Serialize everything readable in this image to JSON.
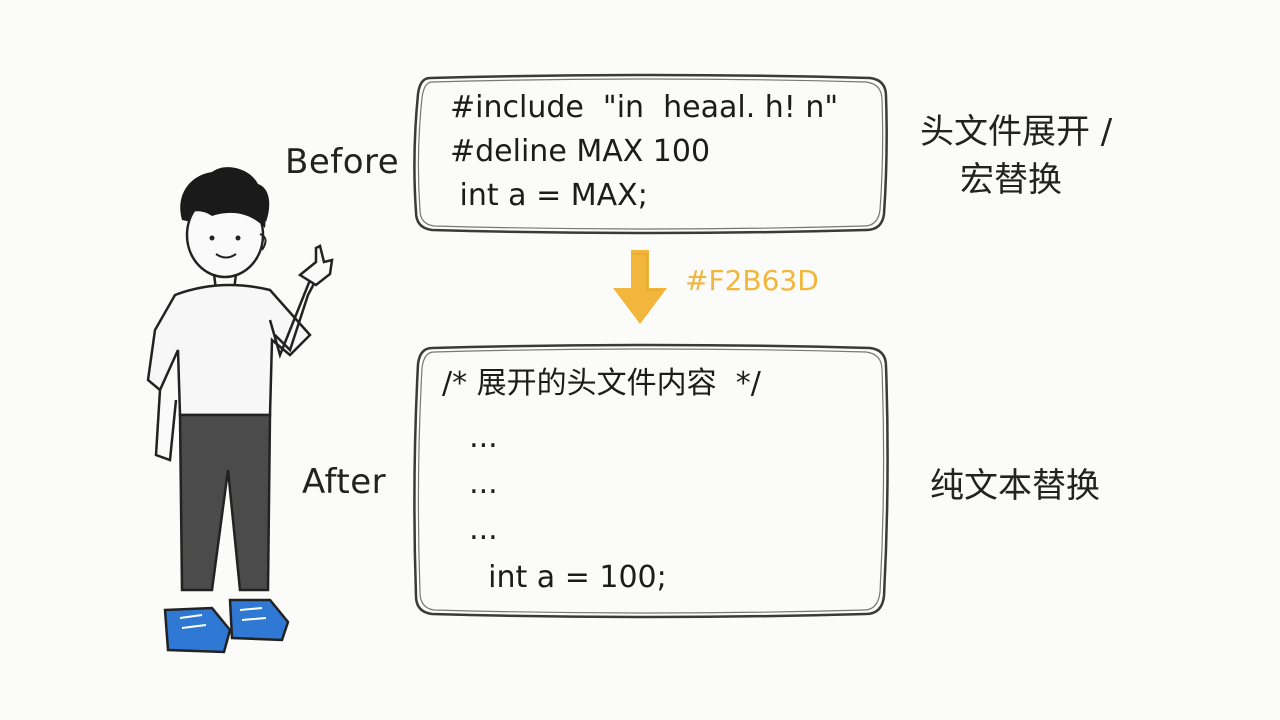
{
  "labels": {
    "before": "Before",
    "after": "After"
  },
  "notes": {
    "before_line1": "头文件展开 /",
    "before_line2": "宏替换",
    "after": "纯文本替换"
  },
  "before_code": [
    "#include  \"in  heaal. h! n\"",
    "#deline MAX 100",
    " int a = MAX;"
  ],
  "after_code": [
    "/* 展开的头文件内容  */",
    "  ...",
    "  ...",
    "  ...",
    "    int a = 100;"
  ],
  "arrow": {
    "label": "#F2B63D",
    "color": "#F2B63D"
  },
  "figure": {
    "shirt_color": "#f7f7f7",
    "pants_color": "#4b4b4b",
    "shoe_color": "#2f78d4"
  }
}
